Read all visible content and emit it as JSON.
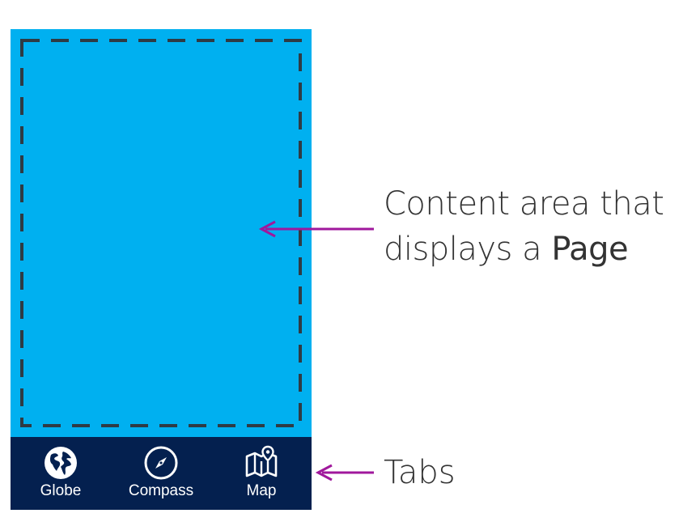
{
  "annotations": {
    "content_line1": "Content area that",
    "content_line2_prefix": "displays a ",
    "content_line2_code": "Page",
    "tabs_label": "Tabs"
  },
  "tabs": [
    {
      "label": "Globe",
      "icon": "globe-icon"
    },
    {
      "label": "Compass",
      "icon": "compass-icon"
    },
    {
      "label": "Map",
      "icon": "map-icon"
    }
  ],
  "colors": {
    "content_background": "#00b0f0",
    "tabbar_background": "#04204f",
    "dashed_border": "#2f3b44",
    "arrow": "#a0189c",
    "text": "#333333"
  }
}
